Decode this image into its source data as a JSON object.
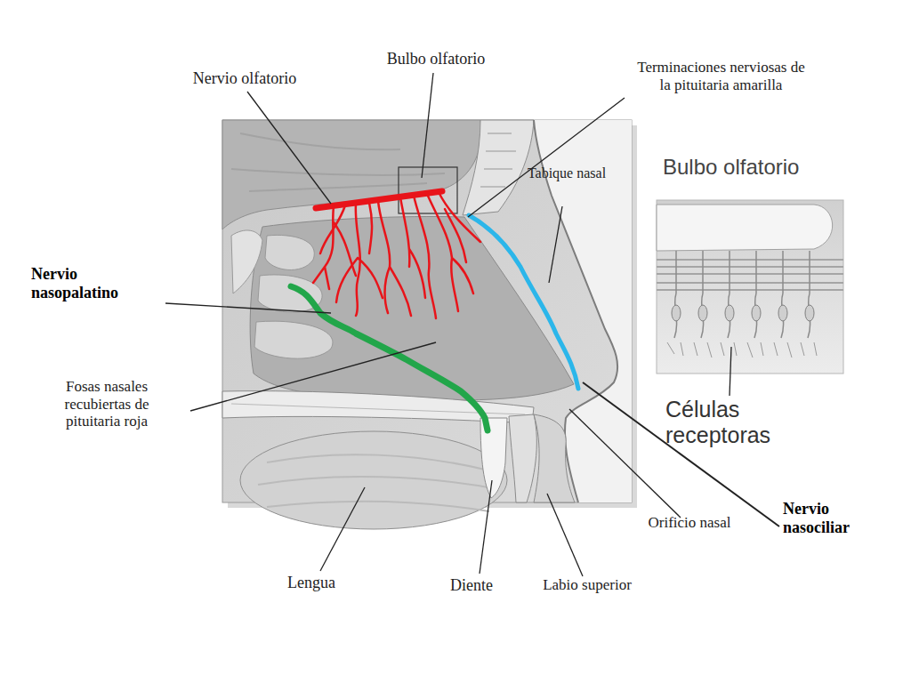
{
  "diagram": {
    "labels": [
      "Nervio olfatorio",
      "Bulbo olfatorio",
      "Terminaciones nerviosas de la pituitaria amarilla",
      "Tabique nasal",
      "Bulbo olfatorio",
      "Células receptoras",
      "Nervio nasopalatino",
      "Fosas nasales recubiertas de pituitaria roja",
      "Lengua",
      "Diente",
      "Labio superior",
      "Orificio nasal",
      "Nervio nasociliar"
    ]
  }
}
